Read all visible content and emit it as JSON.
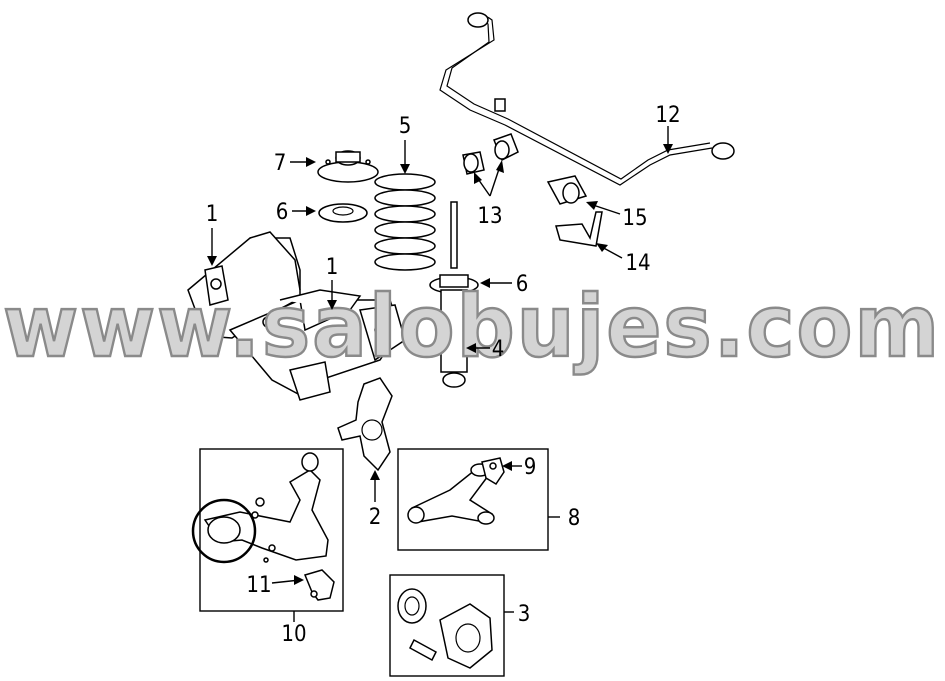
{
  "watermark": "www.salobujes.com",
  "callouts": [
    {
      "id": "c1a",
      "text": "1"
    },
    {
      "id": "c1b",
      "text": "1"
    },
    {
      "id": "c2",
      "text": "2"
    },
    {
      "id": "c3",
      "text": "3"
    },
    {
      "id": "c4",
      "text": "4"
    },
    {
      "id": "c5",
      "text": "5"
    },
    {
      "id": "c6a",
      "text": "6"
    },
    {
      "id": "c6b",
      "text": "6"
    },
    {
      "id": "c7",
      "text": "7"
    },
    {
      "id": "c8",
      "text": "8"
    },
    {
      "id": "c9",
      "text": "9"
    },
    {
      "id": "c10",
      "text": "10"
    },
    {
      "id": "c11",
      "text": "11"
    },
    {
      "id": "c12",
      "text": "12"
    },
    {
      "id": "c13",
      "text": "13"
    },
    {
      "id": "c14",
      "text": "14"
    },
    {
      "id": "c15",
      "text": "15"
    }
  ],
  "colors": {
    "line": "#000000",
    "watermark_fill": "#d4d4d4",
    "watermark_stroke": "#8a8a8a",
    "highlight": "#000000"
  }
}
